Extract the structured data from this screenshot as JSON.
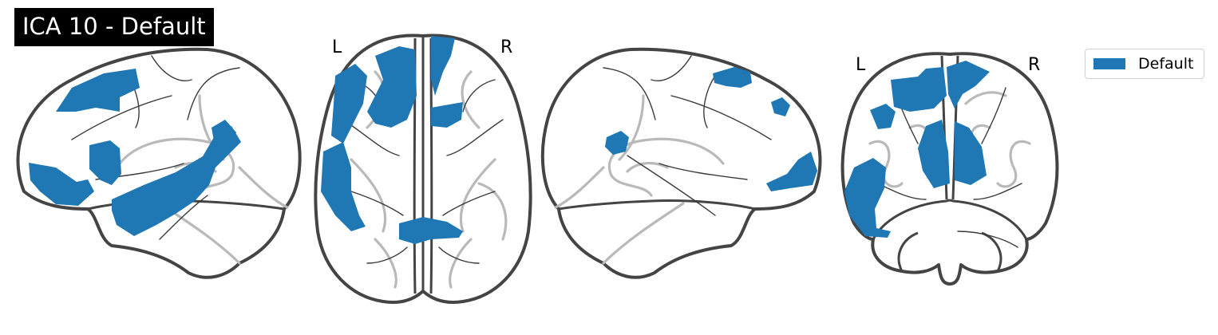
{
  "title": "ICA 10 - Default",
  "views": {
    "axial": {
      "left_label": "L",
      "right_label": "R"
    },
    "coronal": {
      "left_label": "L",
      "right_label": "R"
    }
  },
  "legend": {
    "label": "Default",
    "color": "#1f77b4"
  },
  "colors": {
    "overlay": "#1f77b4",
    "outline": "#444444",
    "background": "#ffffff"
  }
}
